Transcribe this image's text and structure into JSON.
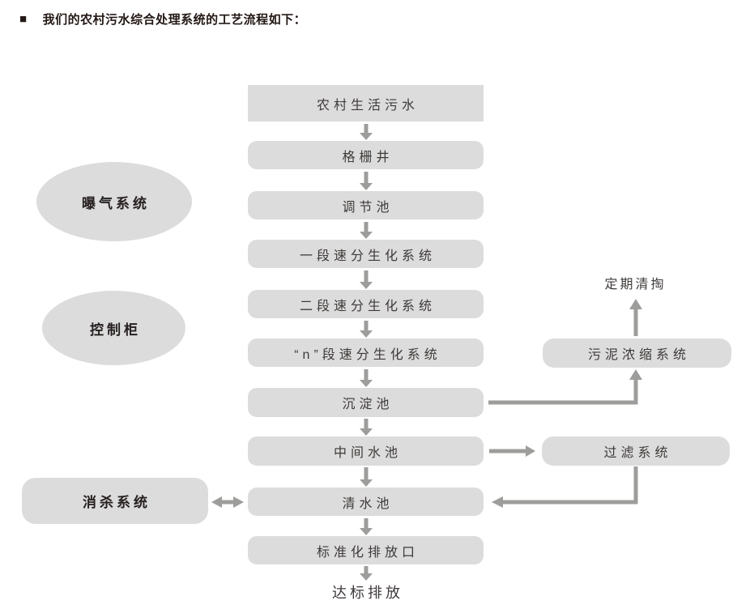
{
  "title": {
    "bullet": "■",
    "text": "我们的农村污水综合处理系统的工艺流程如下："
  },
  "colors": {
    "node_fill": "#dcdcdc",
    "arrow": "#9d9d9b",
    "node_text": "#3e3a39",
    "heading_text": "#231815",
    "background": "#ffffff"
  },
  "main_flow": {
    "source": "农村生活污水",
    "grid_well": "格栅井",
    "regulating_pool": "调节池",
    "stage1_system": "一段速分生化系统",
    "stage2_system": "二段速分生化系统",
    "stage_n_system": "“n”段速分生化系统",
    "sedimentation_pool": "沉淀池",
    "intermediate_pool": "中间水池",
    "clear_water_pool": "清水池",
    "discharge_outlet": "标准化排放口",
    "final_discharge": "达标排放"
  },
  "auxiliary": {
    "aeration_system": "曝气系统",
    "control_cabinet": "控制柜",
    "disinfection_system": "消杀系统",
    "sludge_thickening_system": "污泥浓缩系统",
    "filtration_system": "过滤系统",
    "periodic_cleaning": "定期清掏"
  }
}
